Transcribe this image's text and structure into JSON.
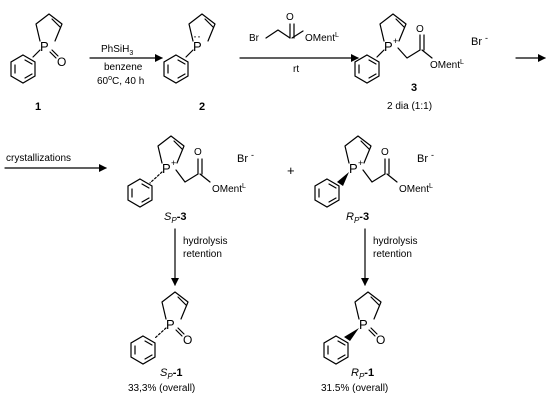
{
  "row1": {
    "cmpd1_label": "1",
    "arrow1": {
      "reagent": "PhSiH",
      "reagent_sub": "3",
      "solvent": "benzene",
      "temp": "60",
      "temp_unit": "C, 40 h"
    },
    "cmpd2_label": "2",
    "reagent_br": "Br",
    "reagent_ester": "OMent",
    "reagent_sup": "L",
    "arrow2_cond": "rt",
    "cmpd3_label": "3",
    "cmpd3_note": "2 dia (1:1)",
    "bromide": "Br",
    "bromide_charge": "-",
    "ester": "OMent",
    "ester_sup": "L"
  },
  "row2": {
    "crystal_label": "crystallizations",
    "sp3": {
      "prefix": "S",
      "sub": "P",
      "suffix": "-3"
    },
    "plus": "+",
    "rp3": {
      "prefix": "R",
      "sub": "P",
      "suffix": "-3"
    },
    "bromide": "Br",
    "bromide_charge": "-",
    "ester": "OMent",
    "ester_sup": "L"
  },
  "arrows_down": {
    "line1": "hydrolysis",
    "line2": "retention"
  },
  "row3": {
    "sp1": {
      "prefix": "S",
      "sub": "P",
      "suffix": "-1",
      "yield": "33,3% (overall)"
    },
    "rp1": {
      "prefix": "R",
      "sub": "P",
      "suffix": "-1",
      "yield": "31.5% (overall)"
    }
  },
  "atoms": {
    "P": "P",
    "O": "O",
    "plus": "+",
    "lonepair": "··"
  }
}
